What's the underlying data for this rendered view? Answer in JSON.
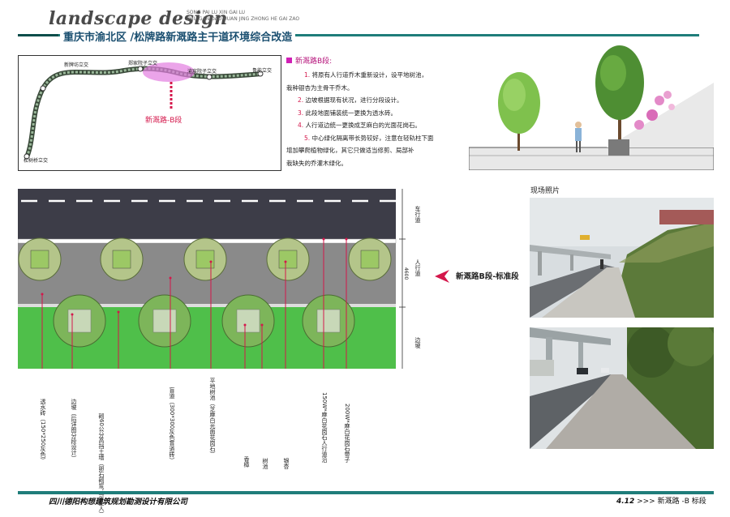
{
  "header": {
    "logo": "landscape design",
    "pinyin_line1": "SONG PAI LU   XIN GAI LU",
    "pinyin_line2": "ZHU GAN DAO HUAN JING ZHONG HE GAI ZAO",
    "title": "重庆市渝北区 /松牌路新溉路主干道环境综合改造"
  },
  "keymap": {
    "labels": [
      "新牌坊立交",
      "郑家院子立交",
      "渝宸院子立交",
      "鲁能立交",
      "松树桥立交"
    ],
    "segment_label": "新溉路-B段"
  },
  "notes": {
    "heading": "新溉路B段:",
    "items": [
      {
        "num": "1.",
        "text": "将原有人行道乔木重新设计，设平地树池，"
      },
      {
        "num": "",
        "text": "栽种银杏为主骨干乔木。"
      },
      {
        "num": "2.",
        "text": "边坡根据现有状况，进行分段设计。"
      },
      {
        "num": "3.",
        "text": "此段地面铺装统一更换为透水砖。"
      },
      {
        "num": "4.",
        "text": "人行道边统一更换成芝麻白的光面花岗石。"
      },
      {
        "num": "5.",
        "text": "中心绿化隔离带长势较好，注意在轻轨柱下面"
      },
      {
        "num": "",
        "text": "增加攀爬植物绿化，其它只做适当修剪、局部补"
      },
      {
        "num": "",
        "text": "栽缺失的乔灌木绿化。"
      }
    ]
  },
  "plan": {
    "road_labels": [
      "车行道",
      "人行道",
      "边坡"
    ],
    "dimension": "4600",
    "standard_label": "新溉路B段-标准段",
    "callouts": [
      "透水砖（150*250灰色）",
      "边坡（后详图分段设计）",
      "砌60公分高挡土墙（卵石砌浆，可坐人）",
      "盲道（300*300灰色盲道砖）",
      "平地树池（芝麻白光面花岗石）",
      "香樟",
      "树池",
      "银杏",
      "150W*麻白花岗石人行道沿",
      "200W*麻白花岗石带子"
    ]
  },
  "photos": {
    "title": "现场照片"
  },
  "footer": {
    "company": "四川德阳构想建筑规划勘测设计有限公司",
    "page_num": "4.12",
    "page_sep": ">>>",
    "page_label": "新溉路 -B 标段"
  },
  "colors": {
    "teal": "#1f7d7a",
    "title_blue": "#1a4f70",
    "accent_red": "#d4174b",
    "magenta": "#d01fb5",
    "road": "#3d3d48",
    "grass": "#4fbf4a"
  }
}
